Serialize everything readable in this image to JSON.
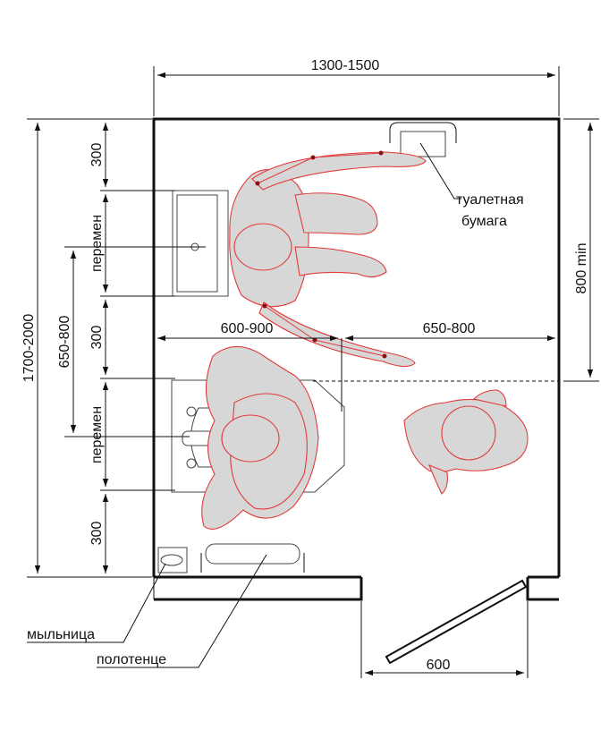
{
  "dimensions": {
    "top_width": "1300-1500",
    "left_height": "1700-2000",
    "left_inner": "650-800",
    "seg_top": "300",
    "seg_variable_1": "перемен",
    "seg_middle": "300",
    "seg_variable_2": "перемен",
    "seg_bottom": "300",
    "right_clear": "800 min",
    "mid_left": "600-900",
    "mid_right": "650-800",
    "door_width": "600"
  },
  "labels": {
    "toilet_paper_line1": "туалетная",
    "toilet_paper_line2": "бумага",
    "soap_dish": "мыльница",
    "towel": "полотенце"
  },
  "colors": {
    "outline": "#e23a3a",
    "body_fill": "#d7d7d7",
    "wall": "#111111"
  }
}
